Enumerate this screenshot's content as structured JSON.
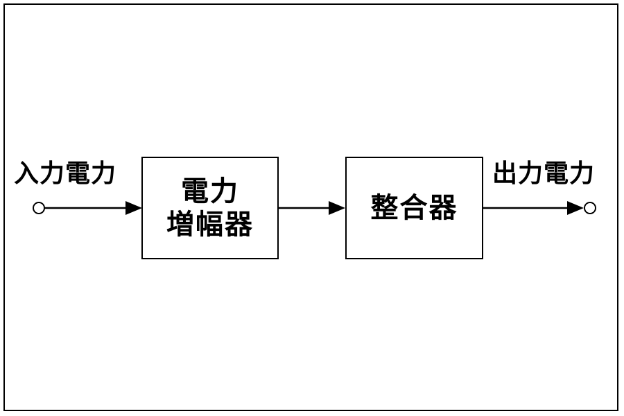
{
  "input_label": "入力電力",
  "output_label": "出力電力",
  "blocks": [
    {
      "lines": [
        "電力",
        "増幅器"
      ]
    },
    {
      "lines": [
        "整合器"
      ]
    }
  ]
}
